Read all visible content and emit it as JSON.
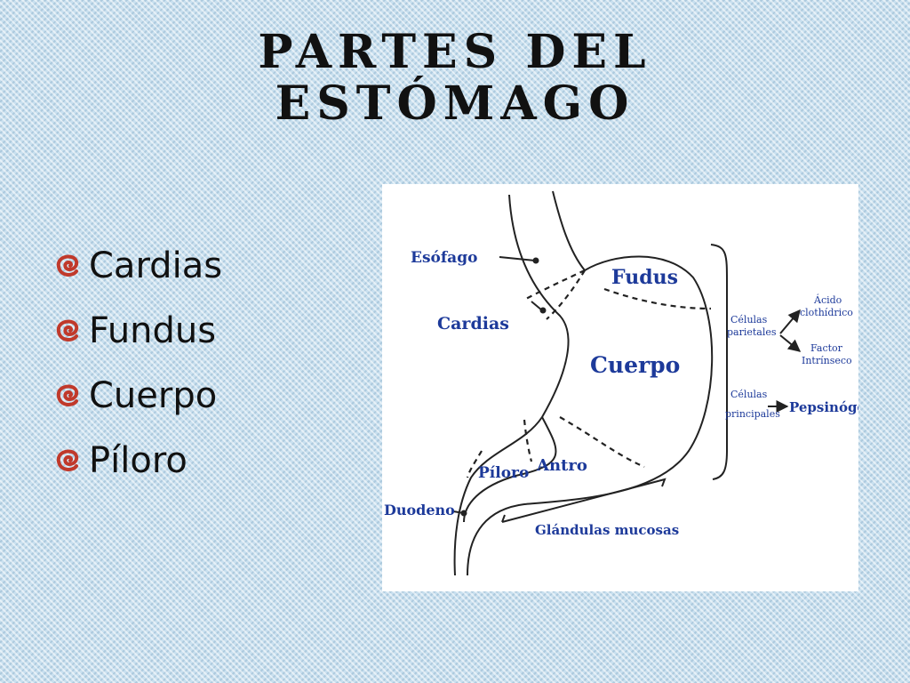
{
  "title": {
    "line1": "Partes del",
    "line2": "Estómago"
  },
  "bullets": [
    {
      "label": "Cardias"
    },
    {
      "label": "Fundus"
    },
    {
      "label": "Cuerpo"
    },
    {
      "label": "Píloro"
    }
  ],
  "diagram": {
    "esofago": "Esófago",
    "fudus": "Fudus",
    "cardias": "Cardias",
    "cuerpo": "Cuerpo",
    "piloro": "Píloro",
    "antro": "Antro",
    "duodeno": "Duodeno",
    "glandulas": "Glándulas mucosas",
    "celulas_parietales_1": "Células",
    "celulas_parietales_2": "parietales",
    "acido_1": "Ácido",
    "acido_2": "clothídrico",
    "factor_1": "Factor",
    "factor_2": "Intrínseco",
    "celulas_principales_1": "Células",
    "celulas_principales_2": "principales",
    "pepsinogeno": "Pepsinógeno"
  },
  "colors": {
    "bullet": "#c0392b",
    "label": "#1d3a9a"
  },
  "icons": {
    "bullet": "swirl-icon"
  }
}
